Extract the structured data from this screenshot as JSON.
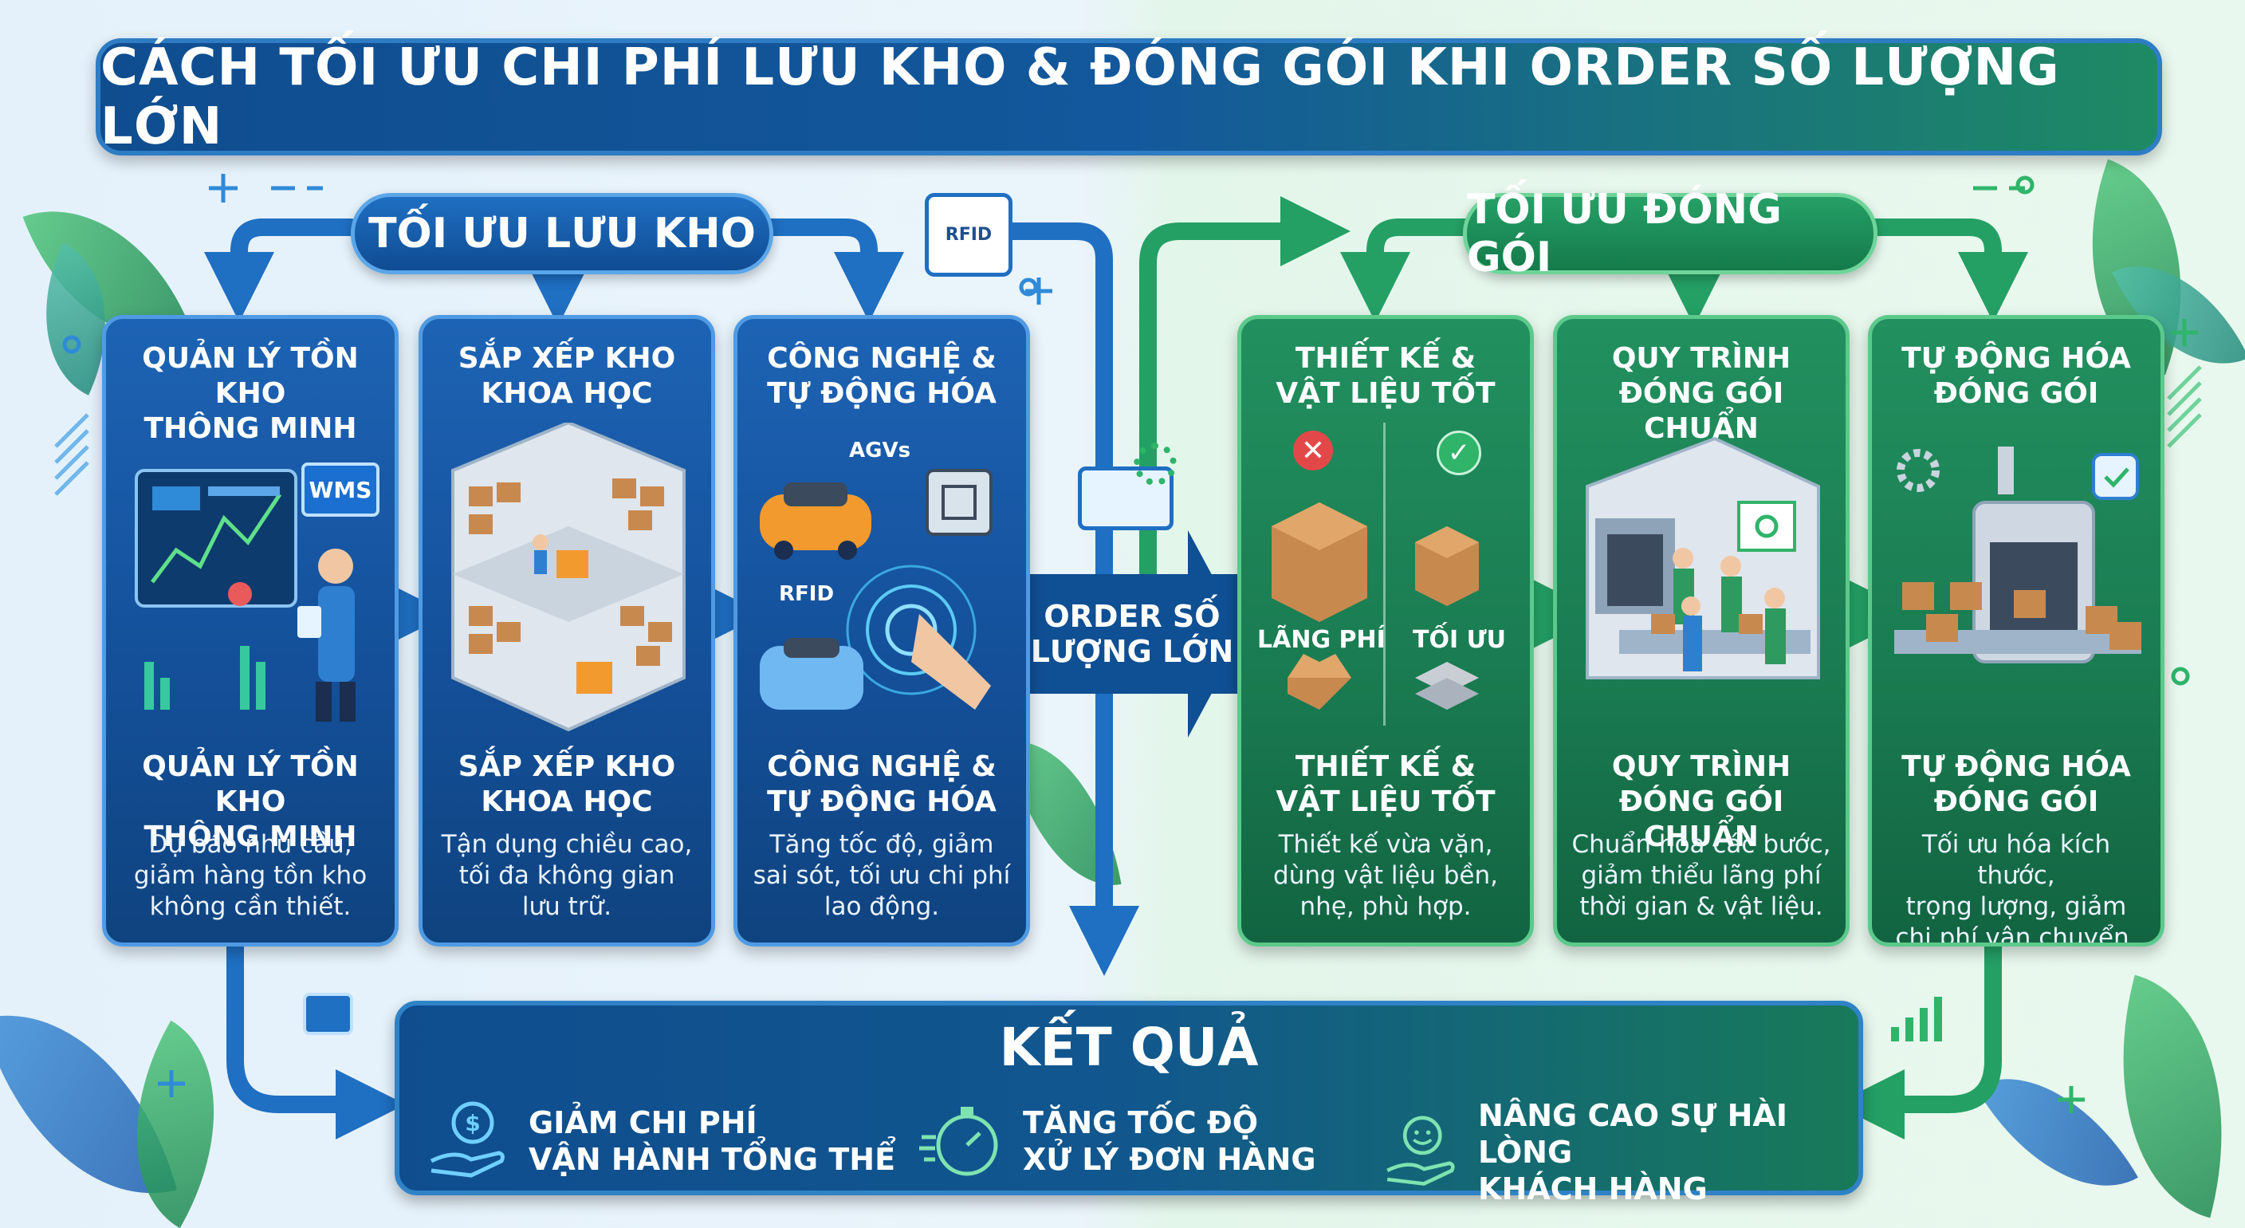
{
  "title": "CÁCH TỐI ƯU CHI PHÍ LƯU KHO & ĐÓNG GÓI KHI ORDER SỐ LƯỢNG LỚN",
  "storage_section": {
    "label": "TỐI ƯU LƯU KHO"
  },
  "packaging_section": {
    "label": "TỐI ƯU ĐÓNG GÓI"
  },
  "rfid_badge": "RFID",
  "center": {
    "line1": "ORDER SỐ",
    "line2": "LƯỢNG LỚN"
  },
  "cards": [
    {
      "top1": "QUẢN LÝ TỒN KHO",
      "top2": "THÔNG MINH",
      "mid1": "QUẢN LÝ TỒN KHO",
      "mid2": "THÔNG MINH",
      "desc1": "Dự báo nhu cầu,",
      "desc2": "giảm hàng tồn kho",
      "desc3": "không cần thiết.",
      "tag": "WMS"
    },
    {
      "top1": "SẮP XẾP KHO",
      "top2": "KHOA HỌC",
      "mid1": "SẮP XẾP KHO",
      "mid2": "KHOA HỌC",
      "desc1": "Tận dụng chiều cao,",
      "desc2": "tối đa không gian",
      "desc3": "lưu trữ."
    },
    {
      "top1": "CÔNG NGHỆ &",
      "top2": "TỰ ĐỘNG HÓA",
      "mid1": "CÔNG NGHỆ &",
      "mid2": "TỰ ĐỘNG HÓA",
      "desc1": "Tăng tốc độ, giảm",
      "desc2": "sai sót, tối ưu chi phí",
      "desc3": "lao động.",
      "tag_agv": "AGVs",
      "tag_rfid": "RFID"
    },
    {
      "top1": "THIẾT KẾ &",
      "top2": "VẬT LIỆU TỐT",
      "mid1": "THIẾT KẾ &",
      "mid2": "VẬT LIỆU TỐT",
      "desc1": "Thiết kế vừa vặn,",
      "desc2": "dùng vật liệu bền,",
      "desc3": "nhẹ, phù hợp.",
      "bad": "LÃNG PHÍ",
      "good": "TỐI ƯU"
    },
    {
      "top1": "QUY TRÌNH",
      "top2": "ĐÓNG GÓI CHUẨN",
      "mid1": "QUY TRÌNH",
      "mid2": "ĐÓNG GÓI CHUẨN",
      "desc1": "Chuẩn hóa các bước,",
      "desc2": "giảm thiểu lãng phí",
      "desc3": "thời gian & vật liệu."
    },
    {
      "top1": "TỰ ĐỘNG HÓA",
      "top2": "ĐÓNG GÓI",
      "mid1": "TỰ ĐỘNG HÓA",
      "mid2": "ĐÓNG GÓI",
      "desc1": "Tối ưu hóa kích thước,",
      "desc2": "trọng lượng, giảm",
      "desc3": "chi phí vận chuyển."
    }
  ],
  "result": {
    "title": "KẾT QUẢ",
    "items": [
      {
        "line1": "GIẢM CHI PHÍ",
        "line2": "VẬN HÀNH TỔNG THỂ",
        "icon": "money-hand-icon"
      },
      {
        "line1": "TĂNG TỐC ĐỘ",
        "line2": "XỬ LÝ ĐƠN HÀNG",
        "icon": "stopwatch-icon"
      },
      {
        "line1": "NÂNG CAO SỰ HÀI LÒNG",
        "line2": "KHÁCH HÀNG",
        "icon": "smile-hand-icon"
      }
    ]
  }
}
